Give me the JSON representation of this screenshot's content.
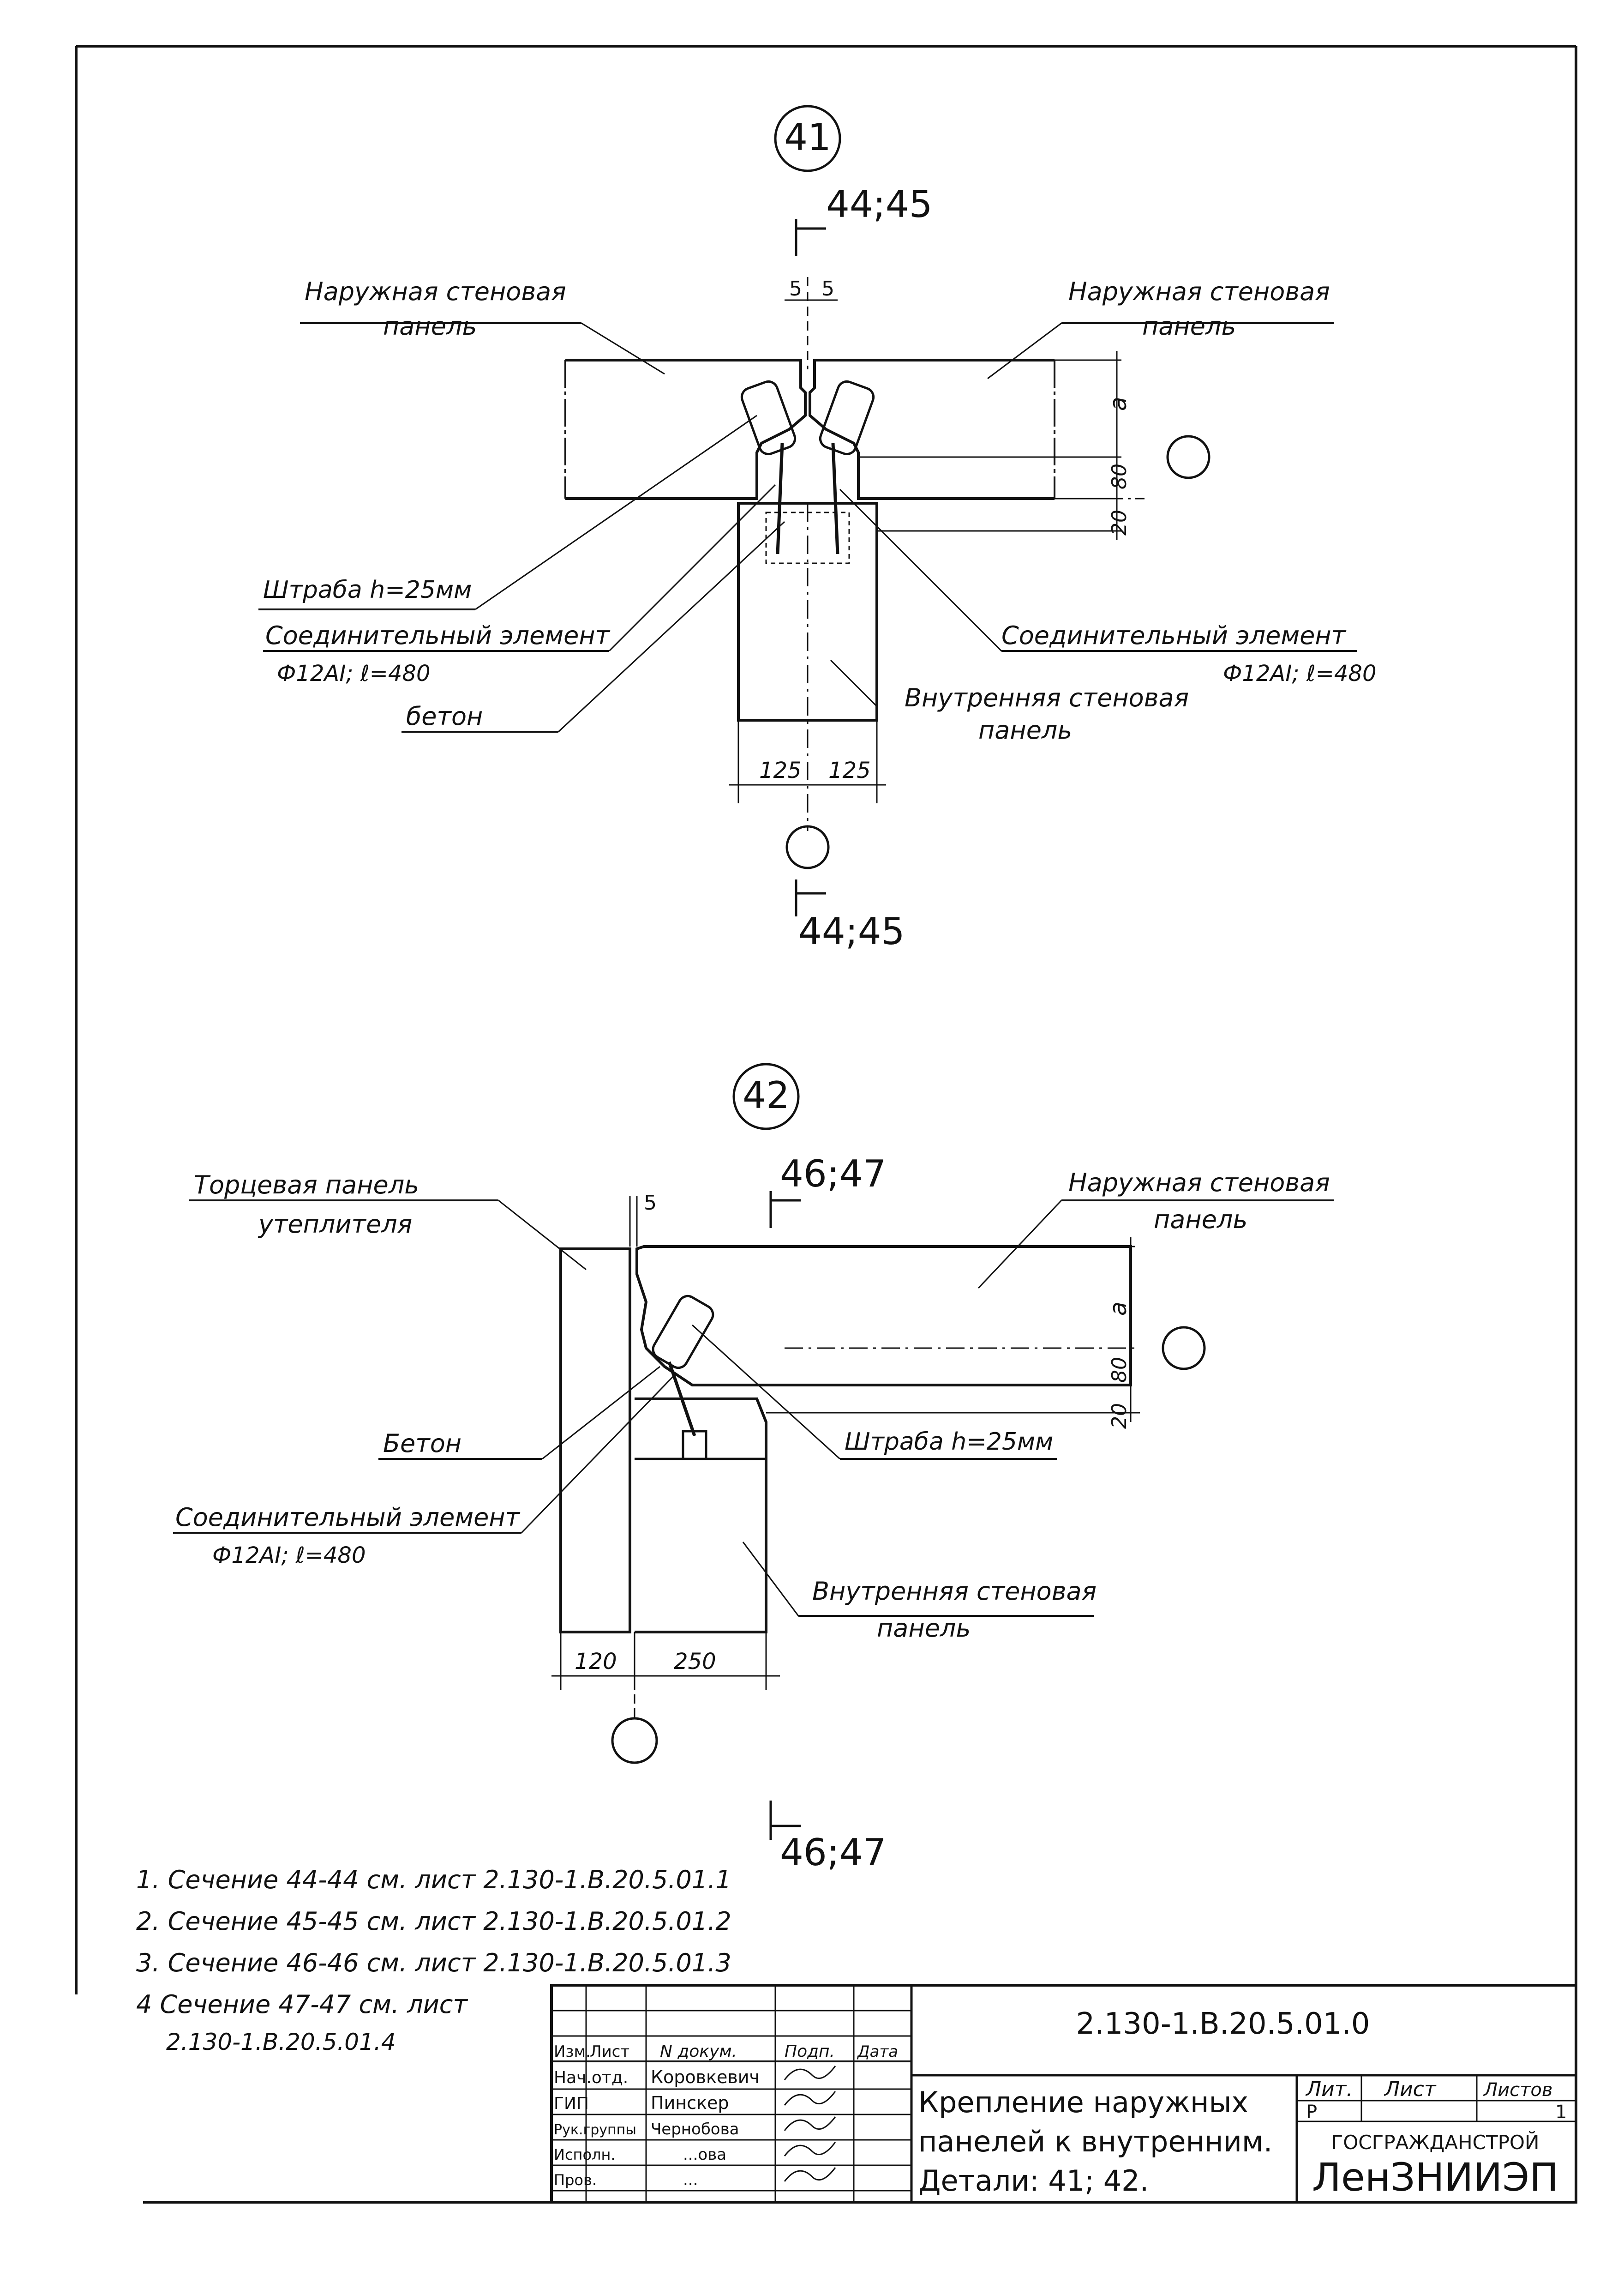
{
  "detail41": {
    "number": "41",
    "section_top": "44;45",
    "section_bottom": "44;45",
    "dim_joint_left": "5",
    "dim_joint_right": "5",
    "label_outer_left_1": "Наружная стеновая",
    "label_outer_left_2": "панель",
    "label_outer_right_1": "Наружная стеновая",
    "label_outer_right_2": "панель",
    "label_groove": "Штраба h=25мм",
    "label_connector_left_1": "Соединительный элемент",
    "label_connector_left_2": "Ф12АI; ℓ=480",
    "label_connector_right_1": "Соединительный элемент",
    "label_connector_right_2": "Ф12АI; ℓ=480",
    "label_concrete": "бетон",
    "label_inner_1": "Внутренняя стеновая",
    "label_inner_2": "панель",
    "dim_a": "a",
    "dim_80": "80",
    "dim_20": "20",
    "dim_125_left": "125",
    "dim_125_right": "125"
  },
  "detail42": {
    "number": "42",
    "section_top": "46;47",
    "section_bottom": "46;47",
    "dim_5": "5",
    "label_end_panel_1": "Торцевая панель",
    "label_end_panel_2": "утеплителя",
    "label_outer_1": "Наружная стеновая",
    "label_outer_2": "панель",
    "label_concrete": "Бетон",
    "label_groove": "Штраба h=25мм",
    "label_connector_1": "Соединительный элемент",
    "label_connector_2": "Ф12АI; ℓ=480",
    "label_inner_1": "Внутренняя стеновая",
    "label_inner_2": "панель",
    "dim_a": "a",
    "dim_80": "80",
    "dim_20": "20",
    "dim_120": "120",
    "dim_250": "250"
  },
  "notes": [
    "1. Сечение 44-44 см. лист 2.130-1.В.20.5.01.1",
    "2. Сечение 45-45 см. лист 2.130-1.В.20.5.01.2",
    "3. Сечение 46-46 см. лист 2.130-1.В.20.5.01.3",
    "4 Сечение 47-47 см. лист",
    "2.130-1.В.20.5.01.4"
  ],
  "title_block": {
    "doc_code": "2.130-1.В.20.5.01.0",
    "col_izm": "Изм.",
    "col_list": "Лист",
    "col_ndokum": "N докум.",
    "col_podp": "Подп.",
    "col_data": "Дата",
    "role_1": "Нач.отд.",
    "name_1": "Коровкевич",
    "role_2": "ГИП",
    "name_2": "Пинскер",
    "role_3": "Рук.группы",
    "name_3": "Чернобова",
    "role_4": "Исполн.",
    "name_4": "...ова",
    "role_5": "Пров.",
    "name_5": "...",
    "title_1": "Крепление наружных",
    "title_2": "панелей к внутренним.",
    "title_3": "Детали: 41; 42.",
    "lit_label": "Лит.",
    "list_label": "Лист",
    "listov_label": "Листов",
    "lit_value": "Р",
    "listov_value": "1",
    "org_1": "ГОСГРАЖДАНСТРОЙ",
    "org_2": "ЛенЗНИИЭП"
  }
}
